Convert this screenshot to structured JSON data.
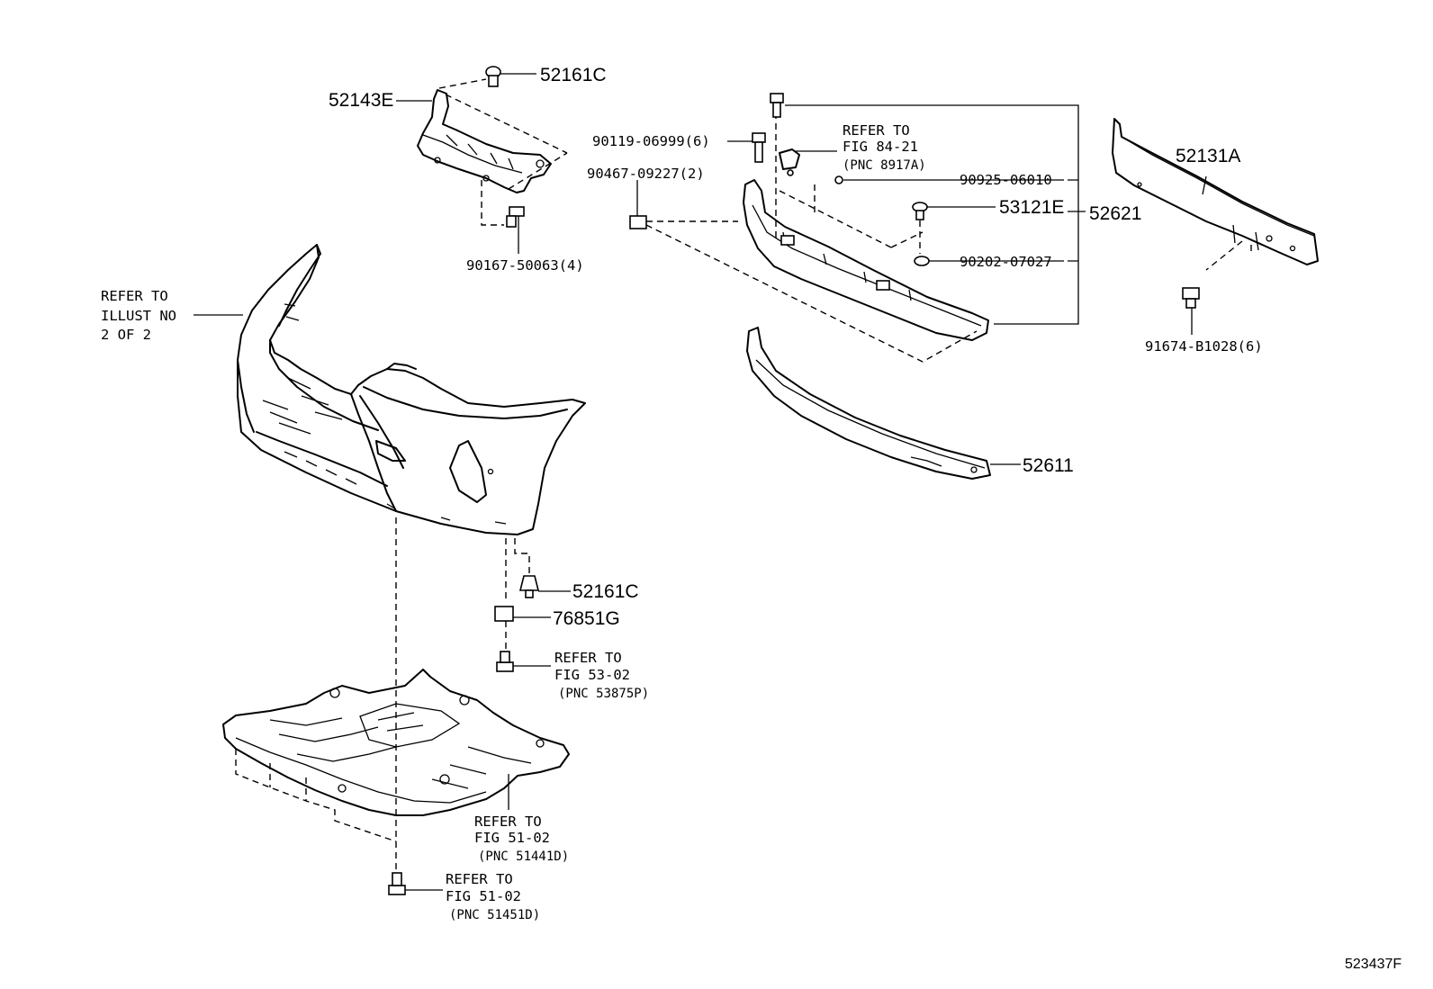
{
  "labels": {
    "p52161c_top": "52161C",
    "p52143e": "52143E",
    "p90167": "90167-50063(4)",
    "p90119": "90119-06999(6)",
    "p90467": "90467-09227(2)",
    "p90925": "90925-06010",
    "p53121e": "53121E",
    "p52621": "52621",
    "p90202": "90202-07027",
    "p52131a": "52131A",
    "p91674": "91674-B1028(6)",
    "p52611": "52611",
    "p52161c_bottom": "52161C",
    "p76851g": "76851G"
  },
  "refs": {
    "illust": [
      "REFER TO",
      "ILLUST NO",
      "2 OF 2"
    ],
    "fig84": [
      "REFER TO",
      "FIG 84-21",
      "(PNC 8917A)"
    ],
    "fig53": [
      "REFER TO",
      "FIG 53-02",
      "(PNC 53875P)"
    ],
    "fig51a": [
      "REFER TO",
      "FIG 51-02",
      "(PNC 51441D)"
    ],
    "fig51b": [
      "REFER TO",
      "FIG 51-02",
      "(PNC 51451D)"
    ]
  },
  "figure_id": "523437F"
}
